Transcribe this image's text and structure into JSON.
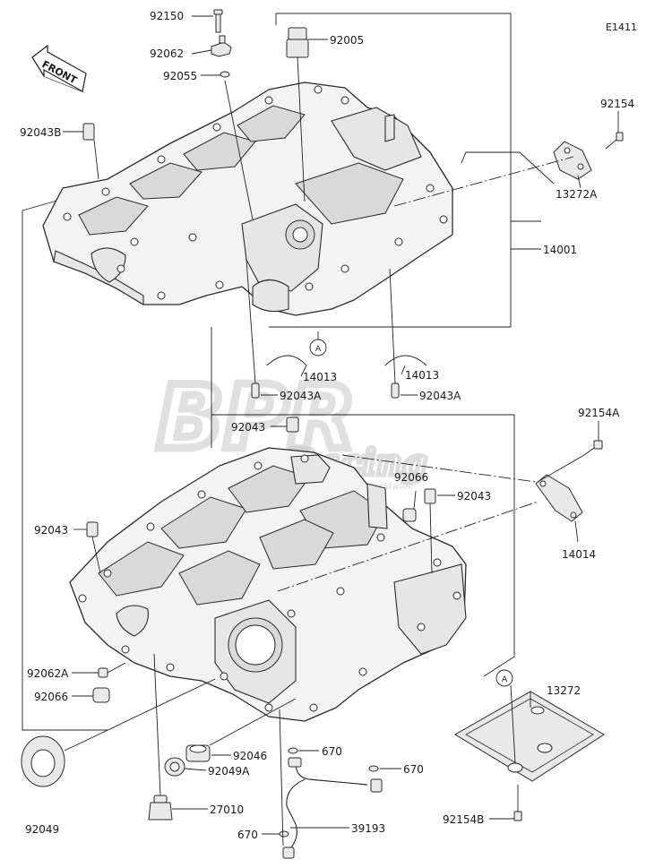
{
  "diagram": {
    "code": "E1411",
    "direction_label": "FRONT",
    "watermark": {
      "brand": "BPR",
      "word": "Racing",
      "tagline": "genuine parts worldwide"
    },
    "callouts": {
      "ref_upper": "A",
      "ref_lower": "A"
    },
    "parts": {
      "p92150": "92150",
      "p92062": "92062",
      "p92055": "92055",
      "p92005": "92005",
      "p92043B": "92043B",
      "p92154": "92154",
      "p13272A": "13272A",
      "p14001": "14001",
      "p14013_left": "14013",
      "p14013_right": "14013",
      "p92043A_left": "92043A",
      "p92043A_right": "92043A",
      "p92043_top": "92043",
      "p92154A": "92154A",
      "p92066_right": "92066",
      "p92043_right": "92043",
      "p92043_left": "92043",
      "p14014": "14014",
      "p92062A": "92062A",
      "p92066_left": "92066",
      "p13272": "13272",
      "p670_top": "670",
      "p670_mid": "670",
      "p670_bottom": "670",
      "p92046": "92046",
      "p92049A": "92049A",
      "p92049": "92049",
      "p27010": "27010",
      "p39193": "39193",
      "p92154B": "92154B"
    }
  }
}
